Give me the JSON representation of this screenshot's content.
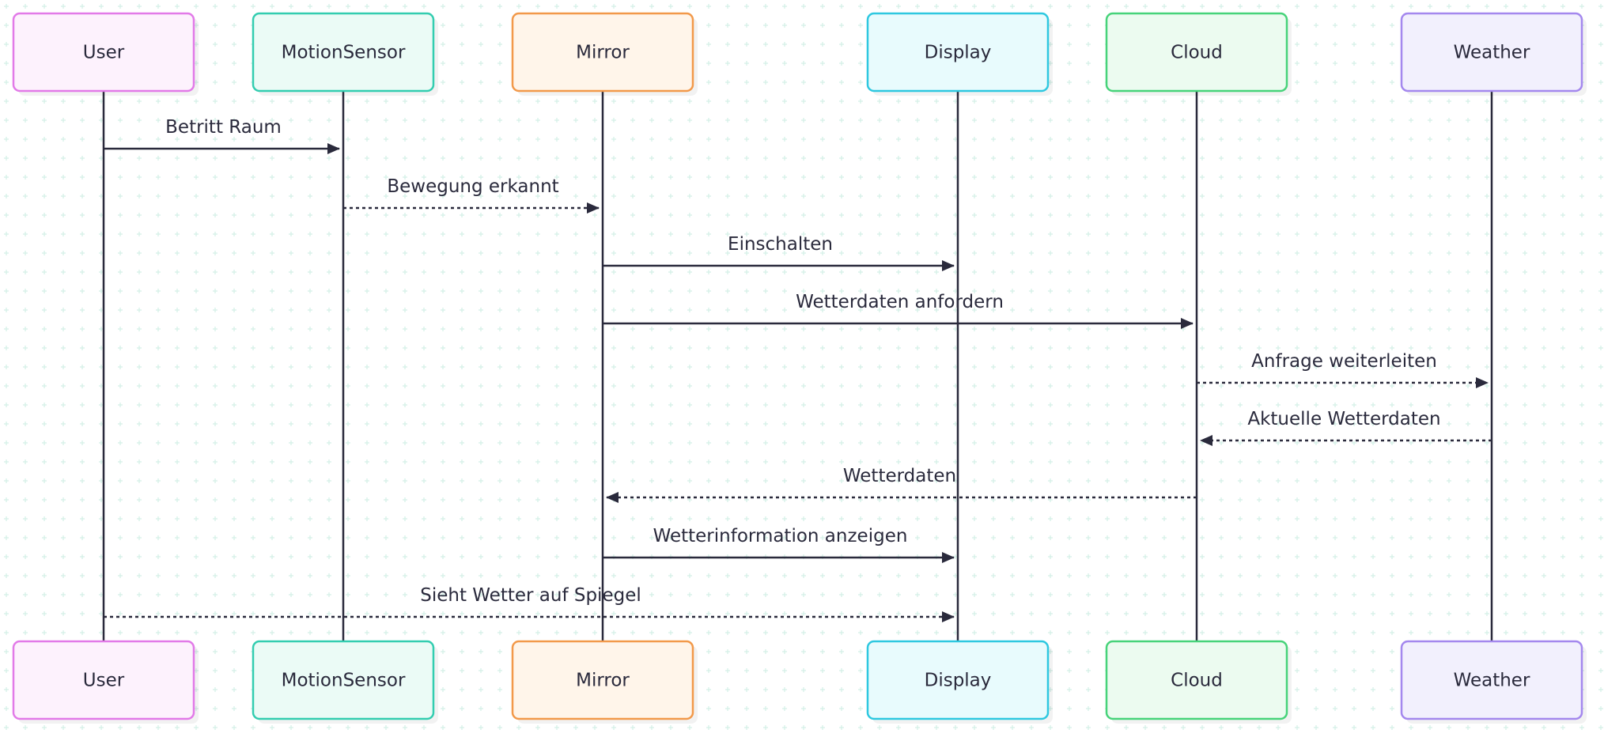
{
  "participants": [
    {
      "id": "user",
      "label": "User",
      "fill": "#fdf2fd",
      "stroke": "#e27ae8"
    },
    {
      "id": "motion",
      "label": "MotionSensor",
      "fill": "#ebfbf6",
      "stroke": "#33cdb0"
    },
    {
      "id": "mirror",
      "label": "Mirror",
      "fill": "#fff5ea",
      "stroke": "#f2994a"
    },
    {
      "id": "display",
      "label": "Display",
      "fill": "#e8fbfd",
      "stroke": "#2ec8e0"
    },
    {
      "id": "cloud",
      "label": "Cloud",
      "fill": "#ecfbf0",
      "stroke": "#47d37a"
    },
    {
      "id": "weather",
      "label": "Weather",
      "fill": "#f2f0fd",
      "stroke": "#a488ee"
    }
  ],
  "messages": [
    {
      "from": "user",
      "to": "motion",
      "label": "Betritt Raum",
      "style": "solid"
    },
    {
      "from": "motion",
      "to": "mirror",
      "label": "Bewegung erkannt",
      "style": "dotted"
    },
    {
      "from": "mirror",
      "to": "display",
      "label": "Einschalten",
      "style": "solid"
    },
    {
      "from": "mirror",
      "to": "cloud",
      "label": "Wetterdaten anfordern",
      "style": "solid"
    },
    {
      "from": "cloud",
      "to": "weather",
      "label": "Anfrage weiterleiten",
      "style": "dotted"
    },
    {
      "from": "weather",
      "to": "cloud",
      "label": "Aktuelle Wetterdaten",
      "style": "dotted"
    },
    {
      "from": "cloud",
      "to": "mirror",
      "label": "Wetterdaten",
      "style": "dotted"
    },
    {
      "from": "mirror",
      "to": "display",
      "label": "Wetterinformation anzeigen",
      "style": "solid"
    },
    {
      "from": "user",
      "to": "display",
      "label": "Sieht Wetter auf Spiegel",
      "style": "dotted"
    }
  ],
  "colors": {
    "line": "#2a2a3c",
    "grid": "#d3efe6",
    "text": "#2a2a3c"
  }
}
